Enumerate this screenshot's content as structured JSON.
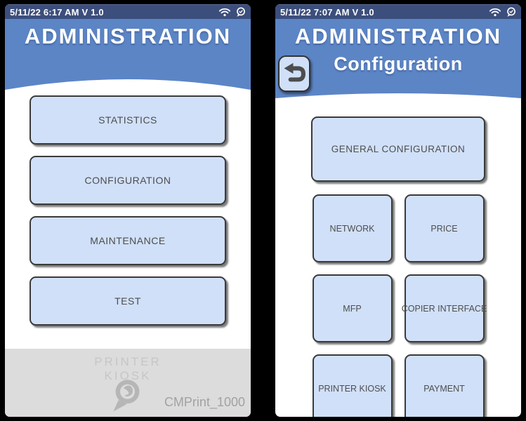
{
  "colors": {
    "status_bar": "#3c4e7c",
    "header_blue": "#5c85c6",
    "button_fill": "#d0e0f8",
    "button_border": "#3a3a3a",
    "button_text": "#4d4d4d",
    "footer_bg": "#dcdcdc",
    "footer_text": "#c6c6c6",
    "footer_logo": "#b6b6b6",
    "model_text": "#a2a2a2"
  },
  "icons": {
    "wifi": "wifi-icon",
    "status_logo": "speech-bubble-logo-icon",
    "back": "return-arrow-icon",
    "footer_logo": "printer-kiosk-bubble-logo"
  },
  "screens": {
    "admin": {
      "status_text": "5/11/22 6:17 AM V 1.0",
      "title": "ADMINISTRATION",
      "buttons": [
        {
          "label": "STATISTICS"
        },
        {
          "label": "CONFIGURATION"
        },
        {
          "label": "MAINTENANCE"
        },
        {
          "label": "TEST"
        }
      ],
      "footer": {
        "brand_line1": "PRINTER",
        "brand_line2": "KIOSK",
        "model": "CMPrint_1000"
      }
    },
    "config": {
      "status_text": "5/11/22 7:07 AM V 1.0",
      "title": "ADMINISTRATION",
      "subtitle": "Configuration",
      "primary_button": {
        "label": "GENERAL CONFIGURATION"
      },
      "grid_buttons": [
        {
          "label": "NETWORK"
        },
        {
          "label": "PRICE"
        },
        {
          "label": "MFP"
        },
        {
          "label": "COPIER INTERFACE"
        },
        {
          "label": "PRINTER KIOSK"
        },
        {
          "label": "PAYMENT"
        }
      ]
    }
  }
}
